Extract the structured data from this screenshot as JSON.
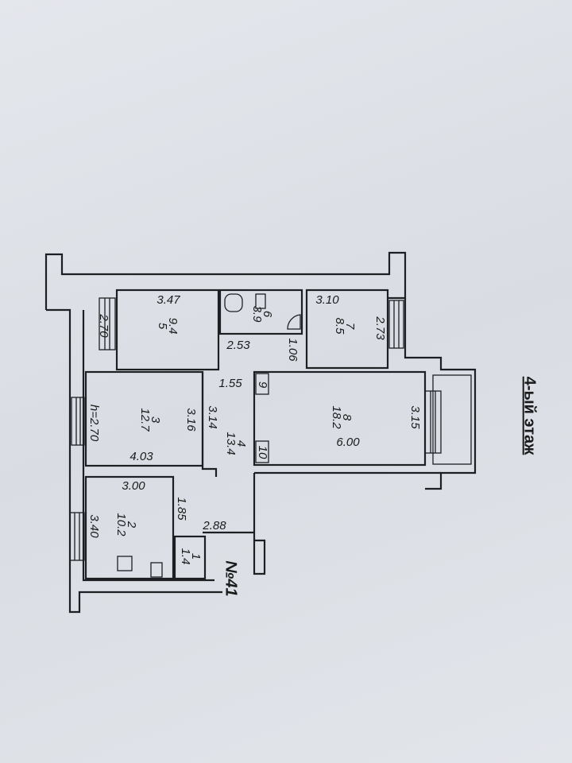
{
  "floor_label": "4-ый этаж",
  "apartment_number": "№41",
  "ceiling_height": "h=2.70",
  "rooms": [
    {
      "number": "1",
      "area": "1.4"
    },
    {
      "number": "2",
      "area": "10.2"
    },
    {
      "number": "3",
      "area": "12.7"
    },
    {
      "number": "4",
      "area": "13.4"
    },
    {
      "number": "5",
      "area": "9.4"
    },
    {
      "number": "6",
      "area": "3.9"
    },
    {
      "number": "7",
      "area": "8.5"
    },
    {
      "number": "8",
      "area": "18.2"
    },
    {
      "number": "9"
    },
    {
      "number": "10"
    }
  ],
  "dimensions": {
    "r5_width": "3.47",
    "r5_depth": "2.70",
    "r7_width": "3.10",
    "r7_depth": "2.73",
    "hall_width": "2.53",
    "hall_depth": "1.06",
    "corr_width": "1.55",
    "corr_len": "3.14",
    "r3_depth": "3.16",
    "r3_width": "4.03",
    "r8_depth": "3.15",
    "r8_width": "6.00",
    "r2_width": "3.00",
    "r2_depth": "3.40",
    "r1_len": "1.85",
    "entry_width": "2.88"
  }
}
